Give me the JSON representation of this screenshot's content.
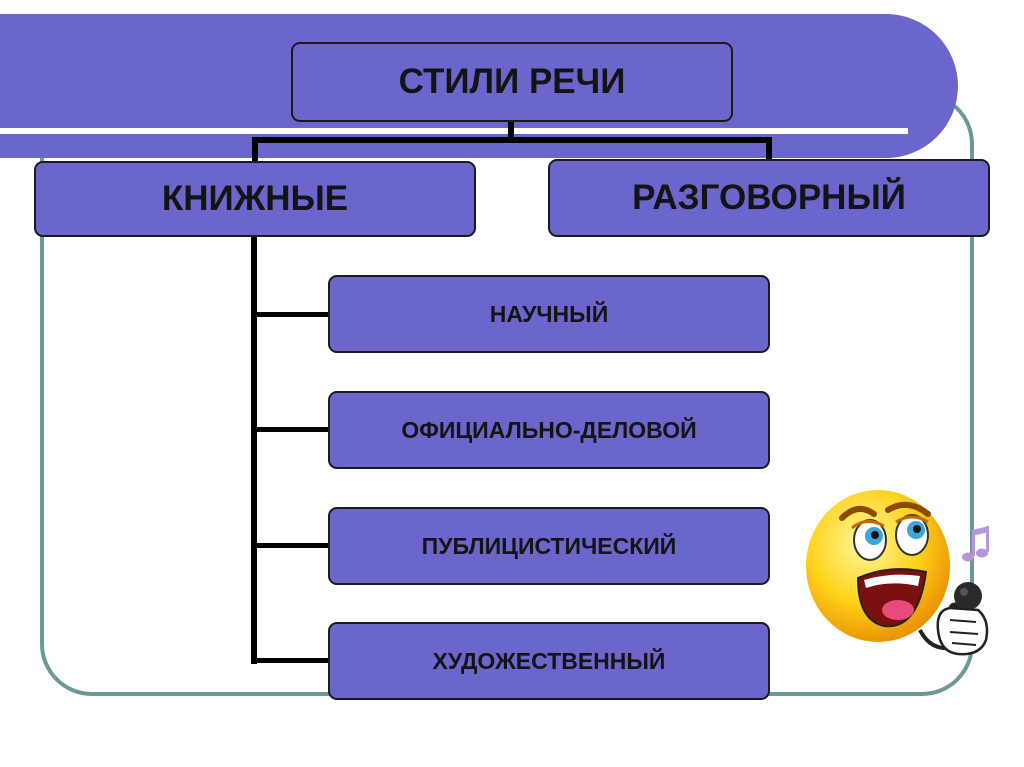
{
  "diagram": {
    "root": {
      "label": "СТИЛИ РЕЧИ"
    },
    "branches": [
      {
        "label": "КНИЖНЫЕ"
      },
      {
        "label": "РАЗГОВОРНЫЙ"
      }
    ],
    "bookish_styles": [
      {
        "label": "НАУЧНЫЙ"
      },
      {
        "label": "ОФИЦИАЛЬНО-ДЕЛОВОЙ"
      },
      {
        "label": "ПУБЛИЦИСТИЧЕСКИЙ"
      },
      {
        "label": "ХУДОЖЕСТВЕННЫЙ"
      }
    ]
  },
  "colors": {
    "box_fill": "#6b66cc",
    "banner": "#6b66cc",
    "frame_border": "#6b9a96",
    "connector": "#000000"
  }
}
